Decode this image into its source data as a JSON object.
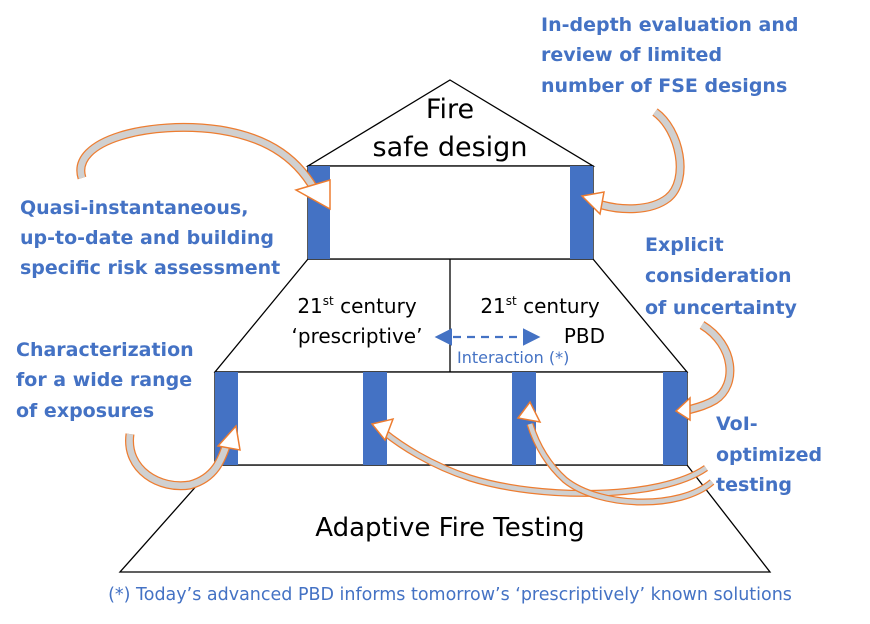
{
  "colors": {
    "pillar_blue": "#4472C4",
    "text_blue": "#4472C4",
    "arrow_outline": "#ED7D31",
    "arrow_fill": "#D0D0D0",
    "outline": "#000000"
  },
  "house": {
    "roof": {
      "line1": "Fire",
      "line2": "safe design"
    },
    "middle_left": {
      "prefix": "21",
      "sup": "st",
      "suffix": " century",
      "line2": "‘prescriptive’"
    },
    "middle_right": {
      "prefix": "21",
      "sup": "st",
      "suffix": " century",
      "line2": "PBD"
    },
    "interaction_label": "Interaction (*)",
    "foundation": "Adaptive Fire Testing"
  },
  "annotations": {
    "top_right": [
      "In-depth evaluation and",
      "review of limited",
      "number of FSE designs"
    ],
    "left_upper": [
      "Quasi-instantaneous,",
      "up-to-date and building",
      "specific risk assessment"
    ],
    "right_middle": [
      "Explicit",
      "consideration",
      "of uncertainty"
    ],
    "left_lower": [
      "Characterization",
      "for a wide range",
      "of exposures"
    ],
    "right_lower": [
      "VoI-",
      "optimized",
      "testing"
    ]
  },
  "footnote": "(*) Today’s advanced PBD informs tomorrow’s ‘prescriptively’ known solutions"
}
